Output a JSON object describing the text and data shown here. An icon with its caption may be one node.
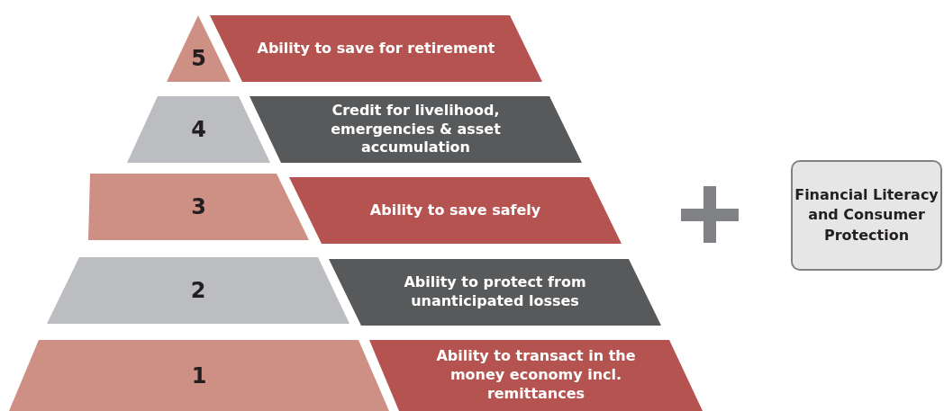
{
  "diagram": {
    "nodes": [
      {
        "text": [
          "5"
        ]
      },
      {
        "text": [
          "Ability to save for retirement"
        ]
      },
      {
        "text": [
          "4"
        ]
      },
      {
        "text": [
          "Credit for livelihood, emergencies & asset accumulation"
        ]
      },
      {
        "text": [
          "3"
        ]
      },
      {
        "text": [
          "Ability to save safely"
        ]
      },
      {
        "text": [
          "2"
        ]
      },
      {
        "text": [
          "Ability to protect from unanticipated losses"
        ]
      },
      {
        "text": [
          "1"
        ]
      },
      {
        "text": [
          "Ability to transact in the money economy incl. remittances"
        ]
      },
      {
        "text": [
          "Financial Literacy and Consumer Protection"
        ]
      }
    ]
  }
}
